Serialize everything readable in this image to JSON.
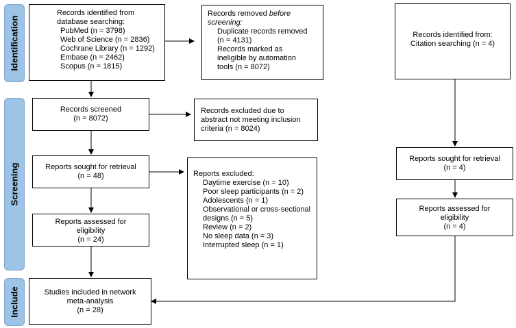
{
  "stages": {
    "identification": "Identification",
    "screening": "Screening",
    "include": "Include"
  },
  "database_records": {
    "heading_1": "Records identified from",
    "heading_2": "database searching:",
    "sources": [
      "PubMed (n = 3798)",
      "Web of Science (n = 2836)",
      "Cochrane Library (n = 1292)",
      "Embase (n = 2462)",
      "Scopus (n = 1815)"
    ]
  },
  "removed_before_screening": {
    "heading_prefix": "Records removed ",
    "heading_emphasis": "before",
    "heading_2": "screening:",
    "dup_1": "Duplicate records removed",
    "dup_2": "(n = 4131)",
    "inel_1": "Records marked as",
    "inel_2": "ineligible by automation",
    "inel_3": "tools (n = 8072)"
  },
  "screened": {
    "title": "Records screened",
    "count": "(n = 8072)"
  },
  "excluded_abstract": {
    "line_1": "Records excluded due to",
    "line_2": "abstract not meeting inclusion",
    "line_3": "criteria (n = 8024)"
  },
  "sought_retrieval": {
    "title": "Reports sought for retrieval",
    "count": "(n = 48)"
  },
  "reports_excluded": {
    "title": "Reports excluded:",
    "reasons": [
      "Daytime exercise (n = 10)",
      "Poor sleep participants (n = 2)",
      "Adolescents (n = 1)",
      "Observational or cross-sectional",
      "designs (n = 5)",
      "Review (n = 2)",
      "No sleep data (n = 3)",
      "Interrupted sleep (n = 1)"
    ]
  },
  "assessed_eligibility": {
    "line_1": "Reports assessed for",
    "line_2": "eligibility",
    "count": "(n = 24)"
  },
  "included": {
    "line_1": "Studies included in network",
    "line_2": "meta-analysis",
    "count": "(n = 28)"
  },
  "citation_records": {
    "line_1": "Records identified from:",
    "line_2": "Citation searching (n = 4)"
  },
  "citation_sought": {
    "title": "Reports sought for retrieval",
    "count": "(n = 4)"
  },
  "citation_assessed": {
    "line_1": "Reports assessed for",
    "line_2": "eligibility",
    "count": "(n = 4)"
  }
}
